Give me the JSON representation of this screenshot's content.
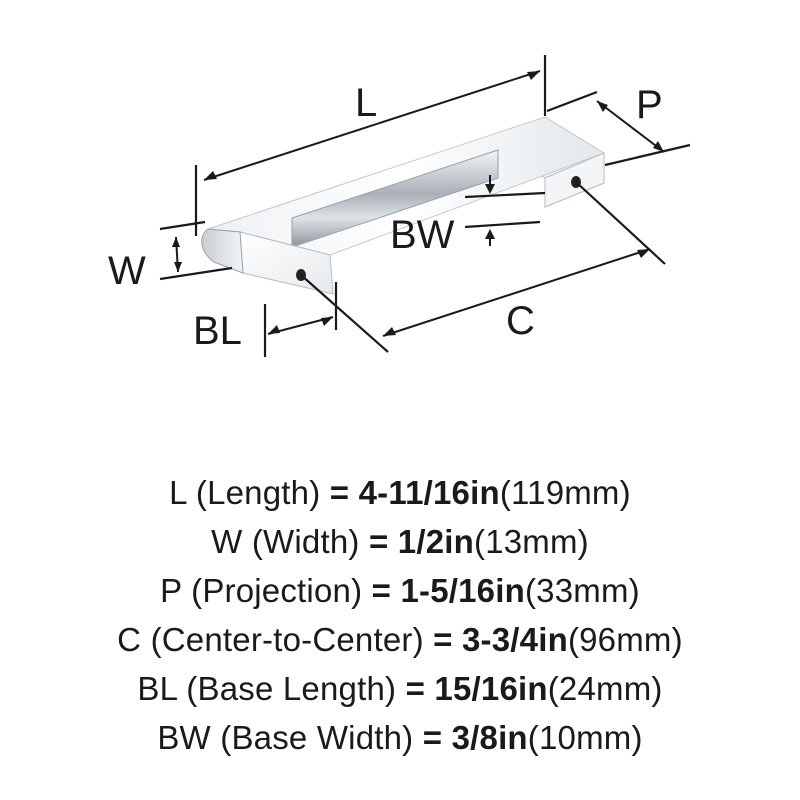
{
  "diagram": {
    "labels": {
      "L": "L",
      "P": "P",
      "W": "W",
      "BW": "BW",
      "BL": "BL",
      "C": "C"
    },
    "colors": {
      "ink": "#1a1a1a",
      "chrome_light": "#f7f8fa",
      "chrome_mid": "#d9dde2",
      "chrome_dark": "#8c939b"
    }
  },
  "specs": [
    {
      "code": "L",
      "name": " (Length) ",
      "eq": "= ",
      "imperial": "4-11/16in",
      "metric": "(119mm)"
    },
    {
      "code": "W",
      "name": " (Width) ",
      "eq": "= ",
      "imperial": "1/2in",
      "metric": "(13mm)"
    },
    {
      "code": "P",
      "name": " (Projection) ",
      "eq": "= ",
      "imperial": "1-5/16in",
      "metric": "(33mm)"
    },
    {
      "code": "C",
      "name": " (Center-to-Center) ",
      "eq": "= ",
      "imperial": "3-3/4in",
      "metric": "(96mm)"
    },
    {
      "code": "BL",
      "name": " (Base Length) ",
      "eq": "= ",
      "imperial": "15/16in",
      "metric": "(24mm)"
    },
    {
      "code": "BW",
      "name": " (Base Width) ",
      "eq": "= ",
      "imperial": "3/8in",
      "metric": "(10mm)"
    }
  ]
}
